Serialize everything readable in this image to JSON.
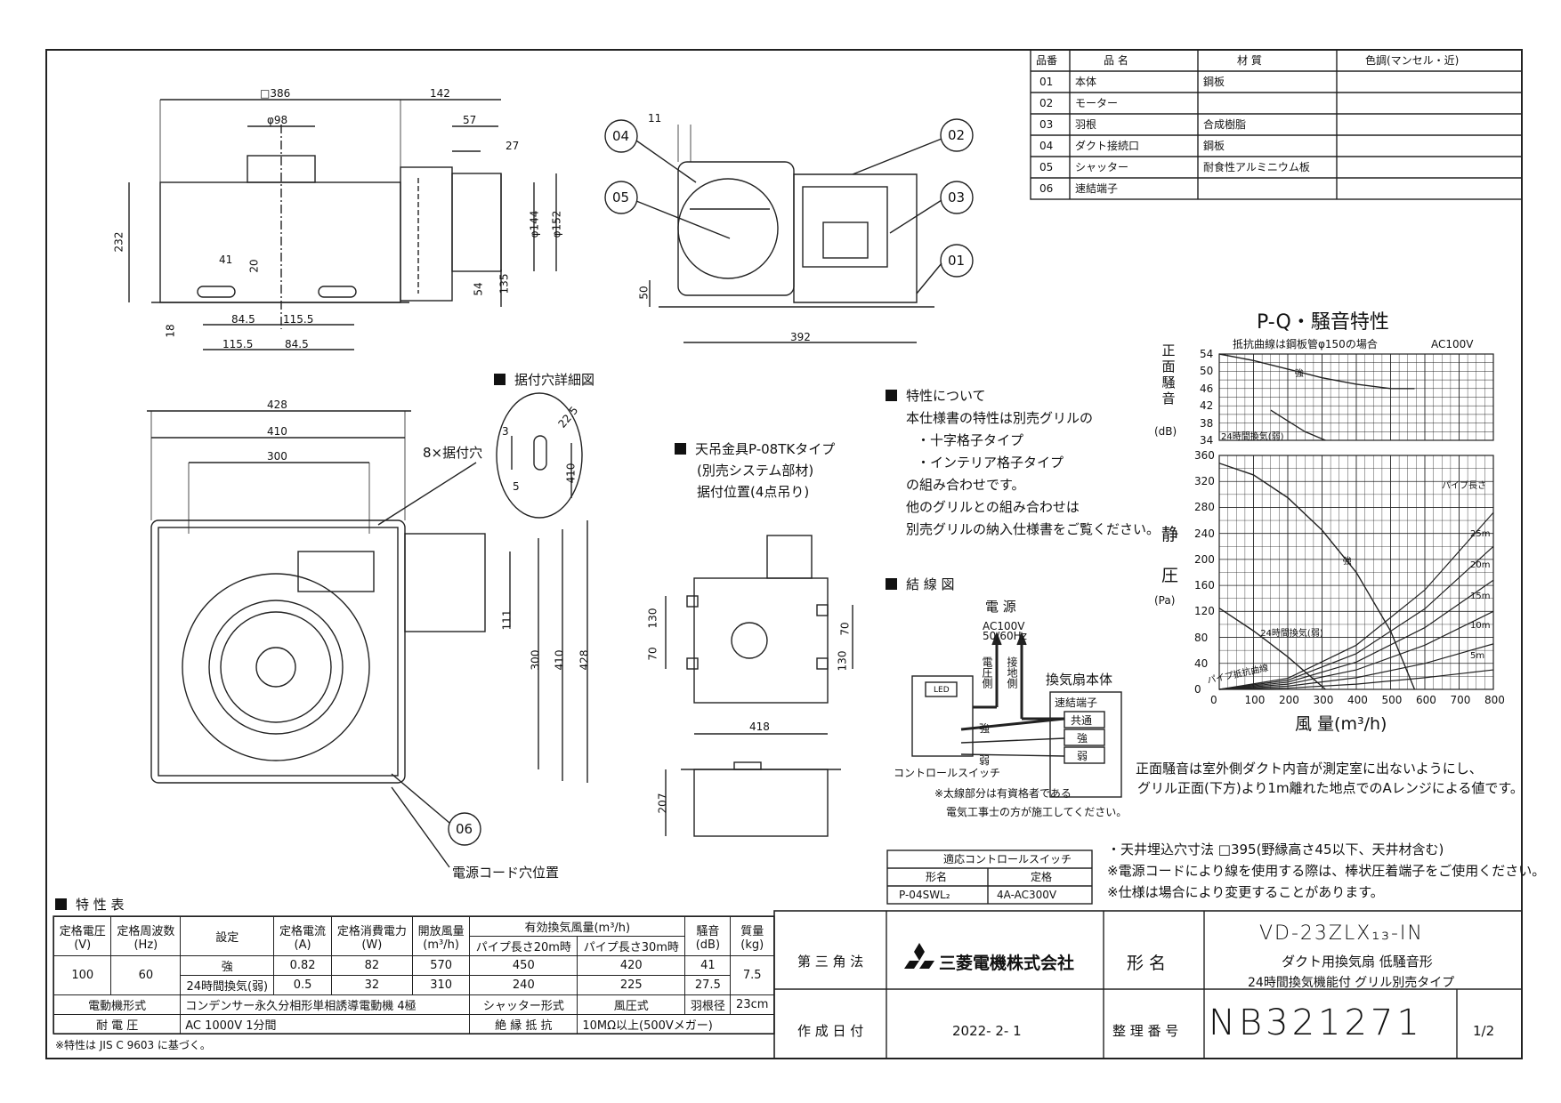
{
  "drawings": {
    "side_view": {
      "dims": [
        "□386",
        "142",
        "φ98",
        "57",
        "27",
        "232",
        "φ144",
        "φ152",
        "41",
        "20",
        "54",
        "135",
        "18",
        "84.5",
        "115.5",
        "115.5",
        "84.5"
      ]
    },
    "front_view": {
      "dims": [
        "11",
        "50",
        "392"
      ],
      "callouts": [
        "04",
        "05",
        "02",
        "03",
        "01"
      ]
    },
    "bottom_view": {
      "dims": [
        "428",
        "410",
        "300",
        "111",
        "300",
        "410",
        "428"
      ],
      "label_holes": "8×据付穴",
      "callout_06": "06",
      "label_cord": "電源コード穴位置"
    },
    "mount_hole_detail": {
      "title": "据付穴詳細図",
      "dims": [
        "22.5",
        "3",
        "5",
        "410"
      ]
    },
    "hanger": {
      "title_line1": "天吊金具P-08TKタイプ",
      "title_line2": "(別売システム部材)",
      "title_line3": "据付位置(4点吊り)",
      "dims": [
        "130",
        "70",
        "130",
        "70",
        "418",
        "207"
      ]
    }
  },
  "parts_table": {
    "headers": [
      "品番",
      "品 名",
      "材 質",
      "色調(マンセル・近)"
    ],
    "rows": [
      [
        "01",
        "本体",
        "鋼板",
        ""
      ],
      [
        "02",
        "モーター",
        "",
        ""
      ],
      [
        "03",
        "羽根",
        "合成樹脂",
        ""
      ],
      [
        "04",
        "ダクト接続口",
        "鋼板",
        ""
      ],
      [
        "05",
        "シャッター",
        "耐食性アルミニウム板",
        ""
      ],
      [
        "06",
        "速結端子",
        "",
        ""
      ]
    ]
  },
  "characteristics_note": {
    "title": "特性について",
    "lines": [
      "本仕様書の特性は別売グリルの",
      "・十字格子タイプ",
      "・インテリア格子タイプ",
      "の組み合わせです。",
      "他のグリルとの組み合わせは",
      "別売グリルの納入仕様書をご覧ください。"
    ]
  },
  "wiring": {
    "title": "結 線 図",
    "power": "電 源",
    "voltage": "AC100V",
    "freq": "50/60Hz",
    "v_side": "電圧側",
    "ground_side": "接地側",
    "fan_body": "換気扇本体",
    "terminal": "速結端子",
    "common": "共通",
    "strong": "強",
    "weak": "弱",
    "led": "LED",
    "switch": "コントロールスイッチ",
    "label_strong": "強",
    "label_weak": "弱",
    "note1": "※太線部分は有資格者である",
    "note2": "電気工事士の方が施工してください。"
  },
  "pq_chart": {
    "title": "P-Q・騒音特性",
    "resistance_note": "抵抗曲線は鋼板管φ150の場合",
    "voltage": "AC100V",
    "noise_ylabel_chars": [
      "正",
      "面",
      "騒",
      "音"
    ],
    "noise_unit": "(dB)",
    "pressure_ylabel_chars": [
      "静",
      "圧"
    ],
    "pressure_unit": "(Pa)",
    "xlabel": "風 量(m³/h)",
    "pipe_length_label": "パイプ長さ",
    "pipe_curve_label": "パイプ抵抗曲線",
    "footnote1": "正面騒音は室外側ダクト内音が測定室に出ないようにし、",
    "footnote2": "グリル正面(下方)より1m離れた地点でのAレンジによる値です。"
  },
  "chart_data": {
    "type": "line",
    "x_ticks": [
      "0",
      "100",
      "200",
      "300",
      "400",
      "500",
      "600",
      "700",
      "800"
    ],
    "noise_ticks": [
      "54",
      "50",
      "46",
      "42",
      "38",
      "34"
    ],
    "pressure_ticks": [
      "360",
      "320",
      "280",
      "240",
      "200",
      "160",
      "120",
      "80",
      "40",
      "0"
    ],
    "xlim": [
      0,
      800
    ],
    "noise_ylim": [
      34,
      54
    ],
    "pressure_ylim": [
      0,
      360
    ],
    "noise_series": [
      {
        "name": "強",
        "x": [
          0,
          100,
          200,
          300,
          400,
          500,
          570
        ],
        "y": [
          54,
          52.5,
          50.5,
          48.5,
          47,
          46,
          46
        ]
      },
      {
        "name": "24時間換気(弱)",
        "x": [
          150,
          200,
          250,
          310
        ],
        "y": [
          41,
          38.5,
          36,
          34
        ]
      }
    ],
    "pressure_series": [
      {
        "name": "強",
        "x": [
          0,
          100,
          200,
          300,
          400,
          500,
          570
        ],
        "y": [
          348,
          330,
          295,
          245,
          180,
          90,
          0
        ]
      },
      {
        "name": "24時間換気(弱)",
        "x": [
          0,
          100,
          200,
          310
        ],
        "y": [
          125,
          90,
          50,
          0
        ]
      }
    ],
    "pipe_series": [
      {
        "name": "25m",
        "x": [
          0,
          200,
          400,
          600,
          800
        ],
        "y": [
          0,
          17,
          68,
          153,
          272
        ]
      },
      {
        "name": "20m",
        "x": [
          0,
          200,
          400,
          600,
          800
        ],
        "y": [
          0,
          14,
          55,
          124,
          220
        ]
      },
      {
        "name": "15m",
        "x": [
          0,
          200,
          400,
          600,
          800
        ],
        "y": [
          0,
          11,
          42,
          95,
          168
        ]
      },
      {
        "name": "10m",
        "x": [
          0,
          200,
          400,
          600,
          800
        ],
        "y": [
          0,
          8,
          30,
          68,
          120
        ]
      },
      {
        "name": "5m",
        "x": [
          0,
          200,
          400,
          600,
          800
        ],
        "y": [
          0,
          5,
          18,
          40,
          70
        ]
      },
      {
        "name": "",
        "x": [
          0,
          200,
          400,
          600,
          800
        ],
        "y": [
          0,
          2,
          8,
          18,
          30
        ]
      }
    ],
    "grid": true
  },
  "mounting_notes": [
    "・天井埋込穴寸法 □395(野縁高さ45以下、天井材含む)",
    "※電源コードにより線を使用する際は、棒状圧着端子をご使用ください。",
    "※仕様は場合により変更することがあります。"
  ],
  "switch_table": {
    "title": "適応コントロールスイッチ",
    "headers": [
      "形名",
      "定格"
    ],
    "row": [
      "P-04SWL₂",
      "4A-AC300V"
    ]
  },
  "spec_table": {
    "title": "特 性 表",
    "h_voltage": "定格電圧",
    "h_voltage_u": "(V)",
    "h_freq": "定格周波数",
    "h_freq_u": "(Hz)",
    "h_setting": "設定",
    "h_current": "定格電流",
    "h_current_u": "(A)",
    "h_power": "定格消費電力",
    "h_power_u": "(W)",
    "h_airflow": "開放風量",
    "h_airflow_u": "(m³/h)",
    "h_eff": "有効換気風量(m³/h)",
    "h_eff20": "パイプ長さ20m時",
    "h_eff30": "パイプ長さ30m時",
    "h_noise": "騒音",
    "h_noise_u": "(dB)",
    "h_mass": "質量",
    "h_mass_u": "(kg)",
    "voltage": "100",
    "freq": "60",
    "rows": [
      {
        "setting": "強",
        "current": "0.82",
        "power": "82",
        "airflow": "570",
        "eff20": "450",
        "eff30": "420",
        "noise": "41"
      },
      {
        "setting": "24時間換気(弱)",
        "current": "0.5",
        "power": "32",
        "airflow": "310",
        "eff20": "240",
        "eff30": "225",
        "noise": "27.5"
      }
    ],
    "mass": "7.5",
    "motor_label": "電動機形式",
    "motor_value": "コンデンサー永久分相形単相誘導電動機 4極",
    "shutter_label": "シャッター形式",
    "shutter_value": "風圧式",
    "blade_label": "羽根径",
    "blade_value": "23cm",
    "withstand_label": "耐 電 圧",
    "withstand_value": "AC 1000V 1分間",
    "insulation_label": "絶 縁 抵 抗",
    "insulation_value": "10MΩ以上(500Vメガー)",
    "footnote": "※特性は JIS C 9603 に基づく。"
  },
  "title_block": {
    "projection": "第 三 角 法",
    "company": "三菱電機株式会社",
    "model_label": "形 名",
    "model": "VD-23ZLX₁₃-IN",
    "desc1": "ダクト用換気扇 低騒音形",
    "desc2": "24時間換気機能付 グリル別売タイプ",
    "date_label": "作 成 日 付",
    "date": "2022- 2- 1",
    "drawing_no_label": "整 理 番 号",
    "drawing_no": "NB321271",
    "sheet": "1/2"
  }
}
